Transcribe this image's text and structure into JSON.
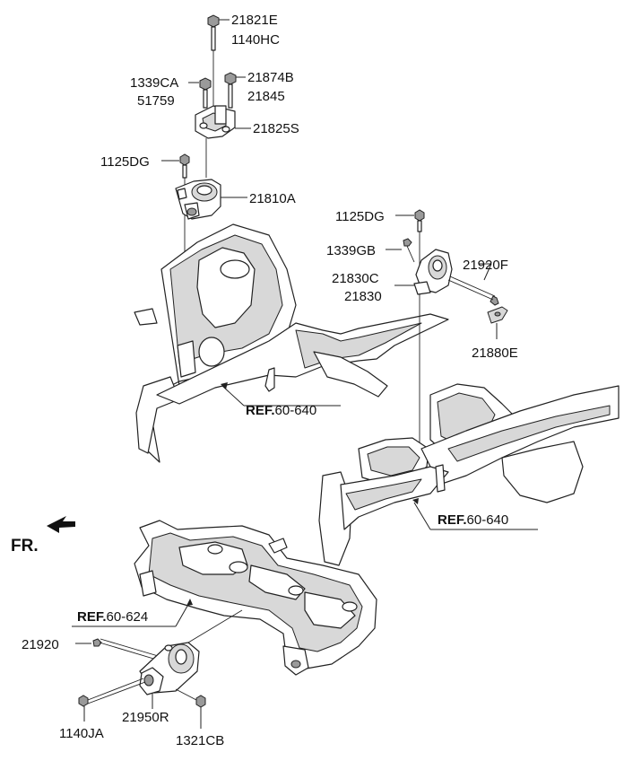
{
  "labels": {
    "p21821E": "21821E",
    "p1140HC": "1140HC",
    "p1339CA": "1339CA",
    "p51759": "51759",
    "p21874B": "21874B",
    "p21845": "21845",
    "p21825S": "21825S",
    "p1125DG_a": "1125DG",
    "p21810A": "21810A",
    "p1125DG_b": "1125DG",
    "p1339GB": "1339GB",
    "p21830C": "21830C",
    "p21830": "21830",
    "p21920F": "21920F",
    "p21880E": "21880E",
    "p21920": "21920",
    "p21950R": "21950R",
    "p1140JA": "1140JA",
    "p1321CB": "1321CB"
  },
  "refs": [
    {
      "prefix": "REF.",
      "code": "60-640"
    },
    {
      "prefix": "REF.",
      "code": "60-640"
    },
    {
      "prefix": "REF.",
      "code": "60-624"
    }
  ],
  "direction": {
    "label": "FR."
  }
}
